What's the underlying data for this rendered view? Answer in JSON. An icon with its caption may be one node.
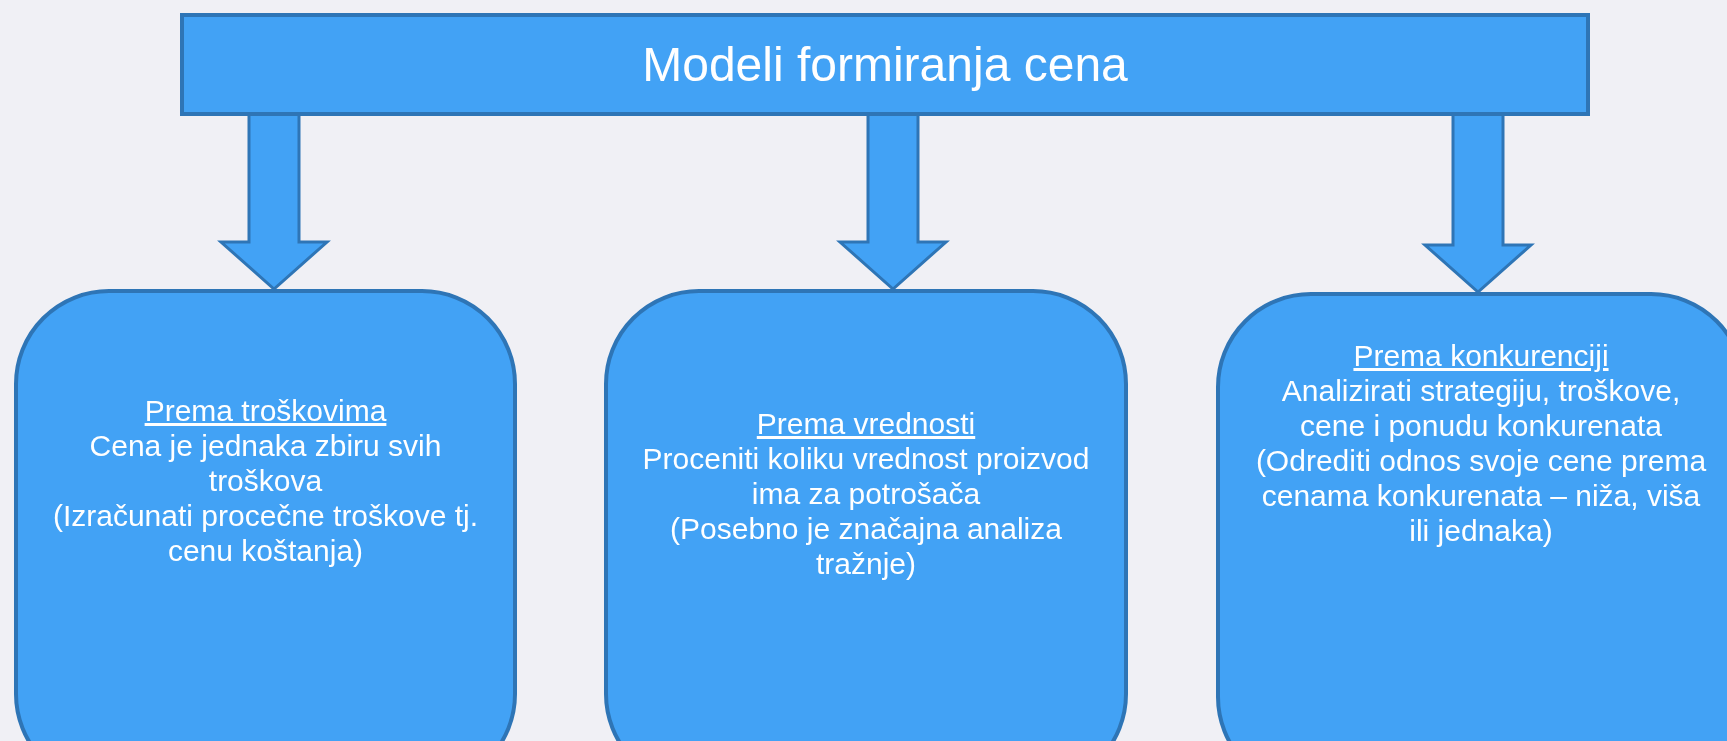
{
  "diagram": {
    "nodes": [
      {
        "text": [
          "Modeli formiranja cena"
        ]
      },
      {
        "text": [
          "Prema troškovima",
          "Cena je jednaka zbiru svih troškova",
          "(Izračunati procečne troškove tj. cenu koštanja)"
        ]
      },
      {
        "text": [
          "Prema vrednosti",
          "Proceniti koliku vrednost proizvod ima za potrošača",
          "(Posebno je značajna analiza tražnje)"
        ]
      },
      {
        "text": [
          "Prema konkurenciji",
          "Analizirati strategiju, troškove, cene i ponudu konkurenata",
          "(Odrediti odnos svoje cene prema cenama konkurenata – niža, viša ili jednaka)"
        ]
      }
    ],
    "edges": [
      {
        "from": 0,
        "to": 1,
        "arrow": "to"
      },
      {
        "from": 0,
        "to": 2,
        "arrow": "to"
      },
      {
        "from": 0,
        "to": 3,
        "arrow": "to"
      }
    ]
  }
}
